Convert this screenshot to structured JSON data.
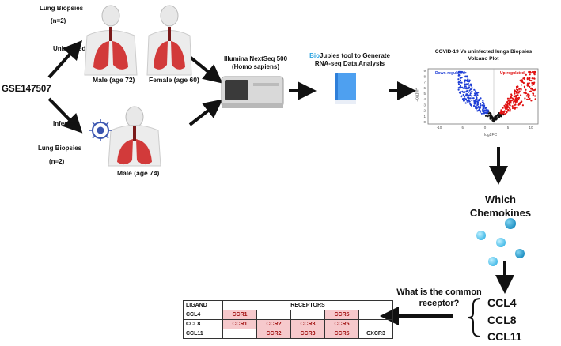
{
  "dataset_id": "GSE147507",
  "groups": {
    "uninfected": {
      "biopsy_label": "Lung Biopsies",
      "n_label": "(n=2)",
      "status_label": "Uninfected",
      "subjects": [
        "Male (age 72)",
        "Female (age 60)"
      ]
    },
    "infected": {
      "biopsy_label": "Lung Biopsies",
      "n_label": "(n=2)",
      "status_label": "Infected",
      "subjects": [
        "Male (age 74)"
      ]
    }
  },
  "sequencer": {
    "line1": "Illumina NextSeq 500",
    "line2": "(Homo sapiens)"
  },
  "biojupies": {
    "brand": "Bio",
    "brand_rest": "Jupies tool to Generate",
    "line2": "RNA-seq Data Analysis"
  },
  "volcano": {
    "title_line1": "COVID-19 Vs uninfected lungs Biopsies",
    "title_line2": "Volcano Plot",
    "down_label": "Down-regulated",
    "up_label": "Up-regulated",
    "xlabel": "log2FC",
    "ylabel": "-log10P",
    "x_ticks": [
      "-10",
      "-5",
      "0",
      "5",
      "10"
    ],
    "y_ticks": [
      "0",
      "1",
      "2",
      "3",
      "4",
      "5",
      "6",
      "7",
      "8",
      "9"
    ],
    "colors": {
      "down": "#1f3fd6",
      "up": "#e01010",
      "ns": "#111111"
    }
  },
  "which": {
    "line1": "Which",
    "line2": "Chemokines"
  },
  "chemokines": [
    "CCL4",
    "CCL8",
    "CCL11"
  ],
  "question": {
    "line1": "What is the common",
    "line2": "receptor?"
  },
  "receptor_table": {
    "header_ligand": "LIGAND",
    "header_receptors": "RECEPTORS",
    "rows": [
      {
        "ligand": "CCL4",
        "cells": [
          "CCR1",
          "",
          "",
          "CCR5",
          ""
        ]
      },
      {
        "ligand": "CCL8",
        "cells": [
          "CCR1",
          "CCR2",
          "CCR3",
          "CCR5",
          ""
        ]
      },
      {
        "ligand": "CCL11",
        "cells": [
          "",
          "CCR2",
          "CCR3",
          "CCR5",
          "CXCR3"
        ]
      }
    ],
    "highlight_color": "#f6c9cc"
  }
}
